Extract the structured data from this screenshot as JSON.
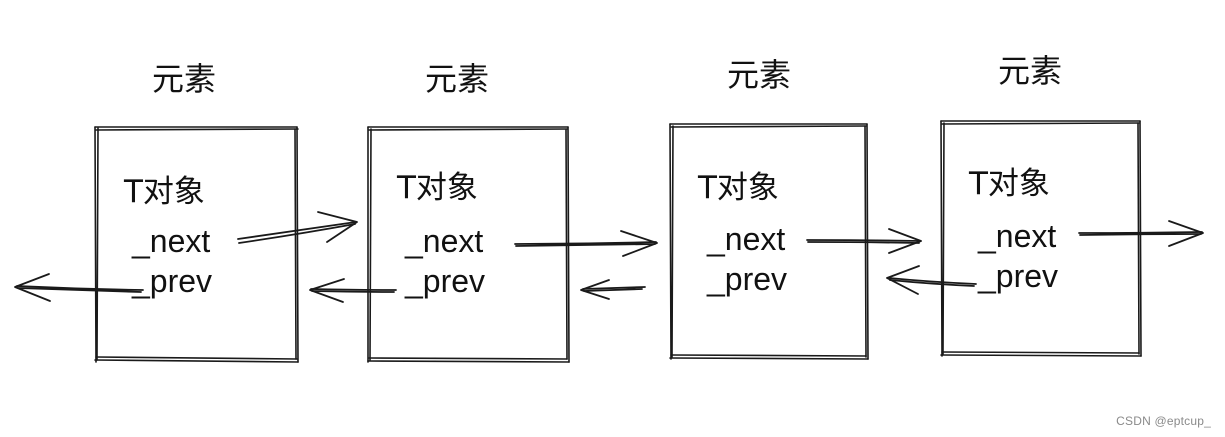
{
  "nodes": [
    {
      "element_label": "元素",
      "type_label": "T对象",
      "next_label": "_next",
      "prev_label": "_prev"
    },
    {
      "element_label": "元素",
      "type_label": "T对象",
      "next_label": "_next",
      "prev_label": "_prev"
    },
    {
      "element_label": "元素",
      "type_label": "T对象",
      "next_label": "_next",
      "prev_label": "_prev"
    },
    {
      "element_label": "元素",
      "type_label": "T对象",
      "next_label": "_next",
      "prev_label": "_prev"
    }
  ],
  "edges": [
    {
      "from": "node-1",
      "to": "prev-out",
      "kind": "prev"
    },
    {
      "from": "node-1",
      "to": "node-2",
      "kind": "next"
    },
    {
      "from": "node-2",
      "to": "node-1",
      "kind": "prev"
    },
    {
      "from": "node-2",
      "to": "node-3",
      "kind": "next"
    },
    {
      "from": "node-3",
      "to": "node-2",
      "kind": "prev"
    },
    {
      "from": "node-3",
      "to": "node-4",
      "kind": "next"
    },
    {
      "from": "node-4",
      "to": "node-3",
      "kind": "prev"
    },
    {
      "from": "node-4",
      "to": "next-out",
      "kind": "next"
    }
  ],
  "watermark": "CSDN @eptcup_"
}
